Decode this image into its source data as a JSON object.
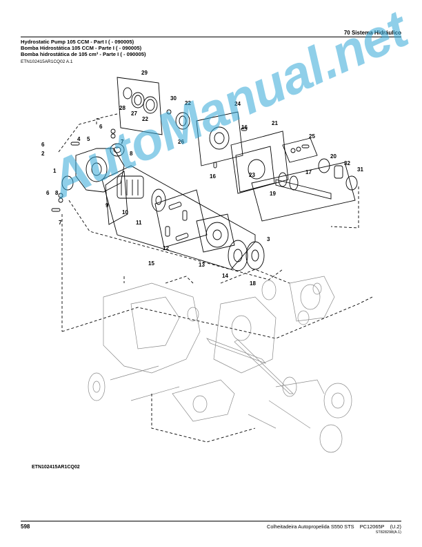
{
  "header": {
    "section": "70 Sistema Hidráulico",
    "titles": [
      "Hydrostatic Pump 105 CCM - Part I ( - 090005)",
      "Bomba Hidrostática 105 CCM - Parte I ( - 090005)",
      "Bomba hidrostática de 105 cm³ - Parte I ( - 090005)"
    ],
    "reference": "ETN102415AR1CQ02 A.1"
  },
  "figure": {
    "caption": "ETN102415AR1CQ02",
    "callouts": [
      "1",
      "2",
      "3",
      "4",
      "5",
      "6",
      "6",
      "6",
      "7",
      "7",
      "8",
      "8",
      "9",
      "10",
      "11",
      "12",
      "13",
      "14",
      "15",
      "16",
      "16",
      "17",
      "18",
      "19",
      "20",
      "21",
      "22",
      "22",
      "23",
      "24",
      "25",
      "26",
      "27",
      "28",
      "29",
      "30",
      "31",
      "32"
    ]
  },
  "watermark": "AutoManual.net",
  "footer": {
    "page_number": "598",
    "title": "Colheitadeira Autopropelida S550 STS    PC12065P    (U.2)",
    "code": "ST828298(A.1)"
  }
}
